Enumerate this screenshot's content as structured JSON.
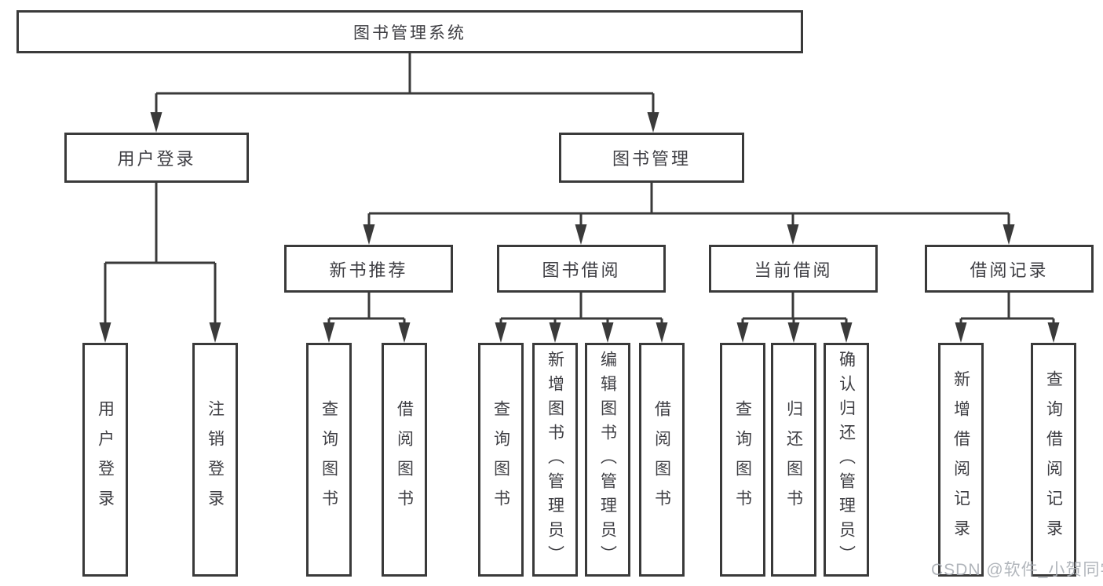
{
  "diagram": {
    "title": "图书管理系统",
    "nodes": [
      {
        "id": "root",
        "label": "图书管理系统",
        "orientation": "horizontal",
        "level": 1
      },
      {
        "id": "user-login",
        "label": "用户登录",
        "orientation": "horizontal",
        "level": 2,
        "parent": "root"
      },
      {
        "id": "book-mgmt",
        "label": "图书管理",
        "orientation": "horizontal",
        "level": 2,
        "parent": "root"
      },
      {
        "id": "new-book-rec",
        "label": "新书推荐",
        "orientation": "horizontal",
        "level": 3,
        "parent": "book-mgmt"
      },
      {
        "id": "book-borrow",
        "label": "图书借阅",
        "orientation": "horizontal",
        "level": 3,
        "parent": "book-mgmt"
      },
      {
        "id": "current-borrow",
        "label": "当前借阅",
        "orientation": "horizontal",
        "level": 3,
        "parent": "book-mgmt"
      },
      {
        "id": "borrow-records",
        "label": "借阅记录",
        "orientation": "horizontal",
        "level": 3,
        "parent": "book-mgmt"
      },
      {
        "id": "user-login-op",
        "label": "用户登录",
        "orientation": "vertical",
        "level": 4,
        "parent": "user-login"
      },
      {
        "id": "logout",
        "label": "注销登录",
        "orientation": "vertical",
        "level": 4,
        "parent": "user-login"
      },
      {
        "id": "query-books-1",
        "label": "查询图书",
        "orientation": "vertical",
        "level": 4,
        "parent": "new-book-rec"
      },
      {
        "id": "borrow-books-1",
        "label": "借阅图书",
        "orientation": "vertical",
        "level": 4,
        "parent": "new-book-rec"
      },
      {
        "id": "query-books-2",
        "label": "查询图书",
        "orientation": "vertical",
        "level": 4,
        "parent": "book-borrow"
      },
      {
        "id": "add-books",
        "label": "新增图书（管理员）",
        "orientation": "vertical",
        "level": 4,
        "parent": "book-borrow"
      },
      {
        "id": "edit-books",
        "label": "编辑图书（管理员）",
        "orientation": "vertical",
        "level": 4,
        "parent": "book-borrow"
      },
      {
        "id": "borrow-books-2",
        "label": "借阅图书",
        "orientation": "vertical",
        "level": 4,
        "parent": "book-borrow"
      },
      {
        "id": "query-books-3",
        "label": "查询图书",
        "orientation": "vertical",
        "level": 4,
        "parent": "current-borrow"
      },
      {
        "id": "return-books",
        "label": "归还图书",
        "orientation": "vertical",
        "level": 4,
        "parent": "current-borrow"
      },
      {
        "id": "confirm-return",
        "label": "确认归还（管理员）",
        "orientation": "vertical",
        "level": 4,
        "parent": "current-borrow"
      },
      {
        "id": "add-borrow-record",
        "label": "新增借阅记录",
        "orientation": "vertical",
        "level": 4,
        "parent": "borrow-records"
      },
      {
        "id": "query-borrow-record",
        "label": "查询借阅记录",
        "orientation": "vertical",
        "level": 4,
        "parent": "borrow-records"
      }
    ]
  },
  "watermark": {
    "text": "CSDN @软件_小贺同学",
    "color": "#a9aeb4"
  },
  "colors": {
    "line": "#3a3a3a",
    "text": "#3e3e43",
    "background": "#ffffff",
    "box_fill": "#ffffff"
  }
}
